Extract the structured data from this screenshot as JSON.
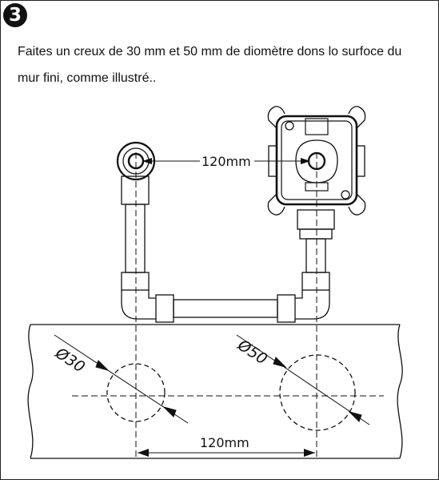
{
  "step": {
    "number": "3"
  },
  "instruction": {
    "text": "Faites un creux de 30 mm et 50 mm de diomètre dons lo surfoce du mur fini, comme illustré.."
  },
  "diagram": {
    "valve_spacing_label": "120mm",
    "hole_spacing_label": "120mm",
    "small_hole_label": "Ø30",
    "large_hole_label": "Ø50"
  }
}
